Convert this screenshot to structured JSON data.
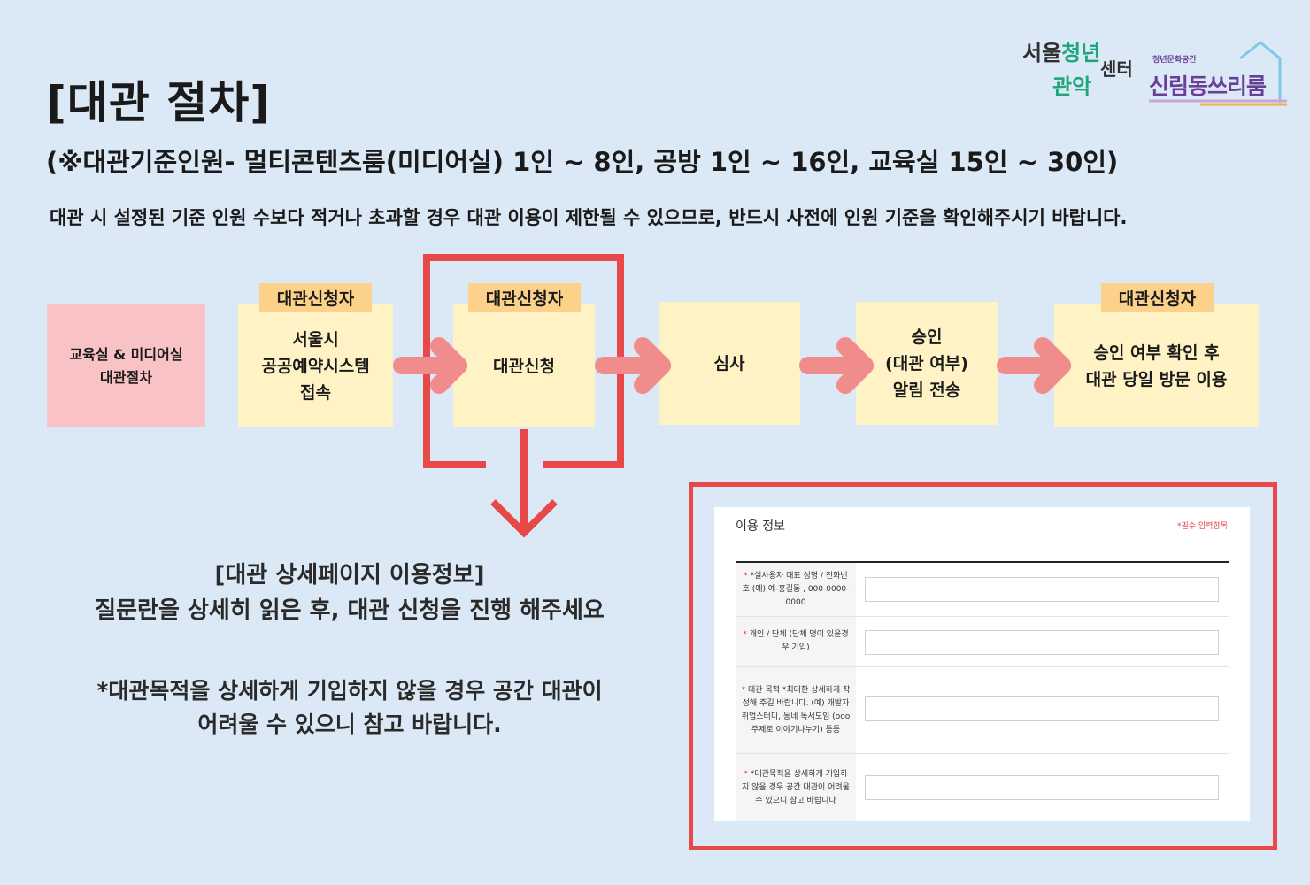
{
  "header": {
    "title": "[대관 절차]",
    "subtitle": "(※대관기준인원- 멀티콘텐츠룸(미디어실) 1인 ~ 8인, 공방 1인 ~ 16인,  교육실 15인 ~ 30인)",
    "notice": "대관 시 설정된 기준 인원 수보다 적거나 초과할 경우 대관 이용이 제한될 수 있으므로, 반드시 사전에 인원 기준을 확인해주시기 바랍니다."
  },
  "logos": {
    "center_a": "서울",
    "center_b": "청년",
    "center_c": "센터",
    "center_d": "관악",
    "space_small": "청년문화공간",
    "space_name": "신림동쓰리룸"
  },
  "colors": {
    "background": "#dbe9f6",
    "box": "#fff3c6",
    "first_box": "#f9c3c6",
    "tag": "#fcd28b",
    "arrow": "#f08c8c",
    "highlight": "#e84848"
  },
  "flow": {
    "steps": [
      {
        "text": "교육실 & 미디어실\n대관절차",
        "tag": ""
      },
      {
        "text": "서울시\n공공예약시스템\n접속",
        "tag": "대관신청자"
      },
      {
        "text": "대관신청",
        "tag": "대관신청자"
      },
      {
        "text": "심사",
        "tag": ""
      },
      {
        "text": "승인\n(대관 여부)\n알림 전송",
        "tag": ""
      },
      {
        "text": "승인 여부 확인 후\n대관 당일 방문 이용",
        "tag": "대관신청자"
      }
    ]
  },
  "detail": {
    "title": "[대관 상세페이지 이용정보]",
    "description": "질문란을 상세히 읽은 후, 대관 신청을 진행 해주세요",
    "warning": "*대관목적을 상세하게 기입하지 않을 경우 공간 대관이\n어려울 수 있으니 참고 바랍니다."
  },
  "form": {
    "title": "이용 정보",
    "required_note": "*필수 입력항목",
    "fields": [
      {
        "label": "*실사용자 대표 성명 / 전화번호 (예) 예-홍길동 , 000-0000-0000",
        "value": ""
      },
      {
        "label": "개인 / 단체 (단체 명이 있을경우 기입)",
        "value": ""
      },
      {
        "label": "대관 목적 *최대한 상세하게 작성해 주길 바랍니다. (예) 개발자 취업스터디, 동네 독서모임 (ooo주제로 이야기나누기) 등등",
        "value": ""
      },
      {
        "label": "*대관목적을 상세하게 기입하지 않을 경우 공간 대관이 어려울 수 있으니 참고 바랍니다",
        "value": ""
      }
    ]
  }
}
